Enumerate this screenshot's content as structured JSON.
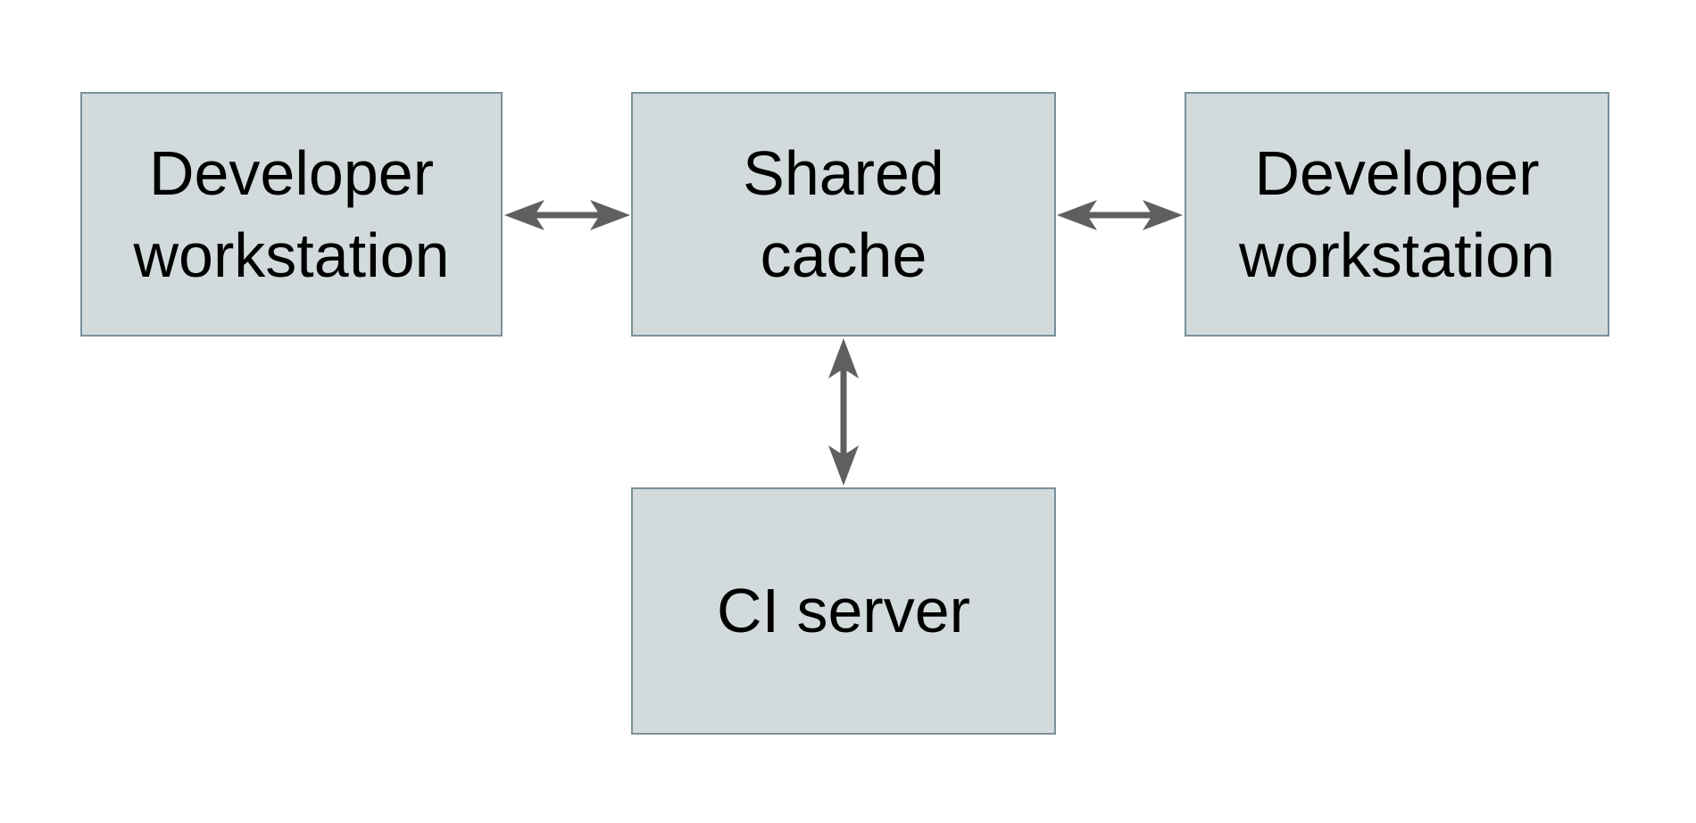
{
  "diagram": {
    "type": "architecture-diagram",
    "background": "#ffffff",
    "nodes": [
      {
        "id": "developer-workstation-left",
        "label": "Developer\nworkstation"
      },
      {
        "id": "shared-cache",
        "label": "Shared\ncache"
      },
      {
        "id": "developer-workstation-right",
        "label": "Developer\nworkstation"
      },
      {
        "id": "ci-server",
        "label": "CI server"
      }
    ],
    "edges": [
      {
        "from": "developer-workstation-left",
        "to": "shared-cache",
        "direction": "bidirectional",
        "orientation": "horizontal"
      },
      {
        "from": "shared-cache",
        "to": "developer-workstation-right",
        "direction": "bidirectional",
        "orientation": "horizontal"
      },
      {
        "from": "shared-cache",
        "to": "ci-server",
        "direction": "bidirectional",
        "orientation": "vertical"
      }
    ],
    "colors": {
      "node_fill": "#d2dadc",
      "node_border": "#7a919b",
      "arrow": "#5f5f5f",
      "text": "#000000"
    }
  }
}
